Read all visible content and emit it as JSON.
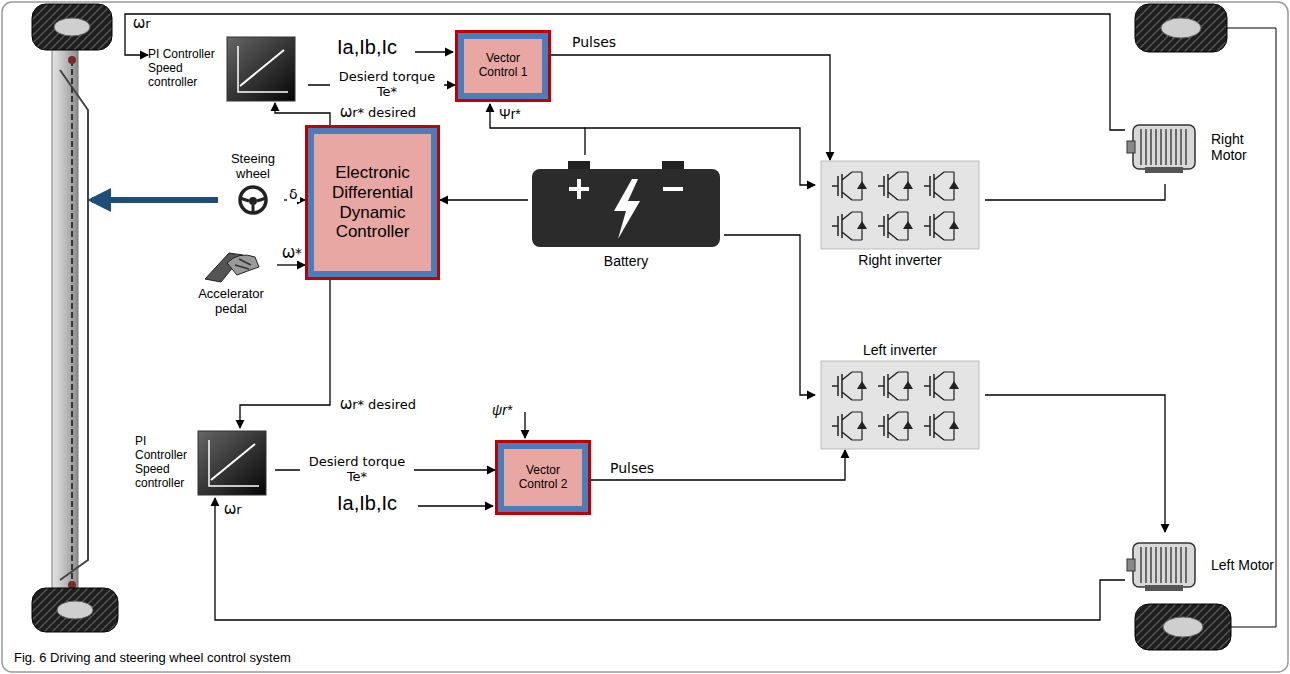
{
  "diagram": {
    "caption": "Fig. 6 Driving and steering wheel control system",
    "nodes": [
      {
        "text": [
          "PI Controller Speed controller"
        ]
      },
      {
        "text": [
          "Vector Control 1"
        ]
      },
      {
        "text": [
          "Right Motor"
        ]
      },
      {
        "text": [
          "Steeing wheel"
        ]
      },
      {
        "text": [
          "Electronic Differential Dynamic Controller"
        ]
      },
      {
        "text": [
          "Battery"
        ]
      },
      {
        "text": [
          "Right inverter"
        ]
      },
      {
        "text": [
          "Accelerator pedal"
        ]
      },
      {
        "text": [
          "Left inverter"
        ]
      },
      {
        "text": [
          "PI Controller Speed controller"
        ]
      },
      {
        "text": [
          "Vector Control 2"
        ]
      },
      {
        "text": [
          "Left Motor"
        ]
      }
    ],
    "edges": [
      {
        "from": 4,
        "to": 0,
        "arrow": "to",
        "label": "Ѡr* desired"
      },
      {
        "from": 4,
        "to": 9,
        "arrow": "to",
        "label": "Ѡr* desired"
      },
      {
        "from": 0,
        "to": 1,
        "arrow": "to",
        "label": "Desierd torque Te*"
      },
      {
        "from": 9,
        "to": 10,
        "arrow": "to",
        "label": "Desierd torque Te*"
      },
      {
        "from": 1,
        "to": 6,
        "arrow": "to",
        "label": "Pulses"
      },
      {
        "from": 10,
        "to": 8,
        "arrow": "to",
        "label": "Pulses"
      },
      {
        "from": 5,
        "to": 4,
        "arrow": "to"
      },
      {
        "from": 5,
        "to": 6,
        "arrow": "to"
      },
      {
        "from": 5,
        "to": 8,
        "arrow": "to"
      },
      {
        "from": 6,
        "to": 2,
        "arrow": "none"
      },
      {
        "from": 8,
        "to": 11,
        "arrow": "to"
      },
      {
        "from": 2,
        "to": 0,
        "arrow": "to",
        "label": "Ѡr"
      },
      {
        "from": 11,
        "to": 9,
        "arrow": "to",
        "label": "Ѡr"
      },
      {
        "from": 3,
        "to": 4,
        "arrow": "to",
        "label": "δ"
      },
      {
        "from": 7,
        "to": 4,
        "arrow": "to",
        "label": "Ѡ*"
      }
    ],
    "labels": [
      "Ia,Ib,Ic",
      "Ψr*",
      "ψr*",
      "Ia,Ib,Ic"
    ]
  }
}
